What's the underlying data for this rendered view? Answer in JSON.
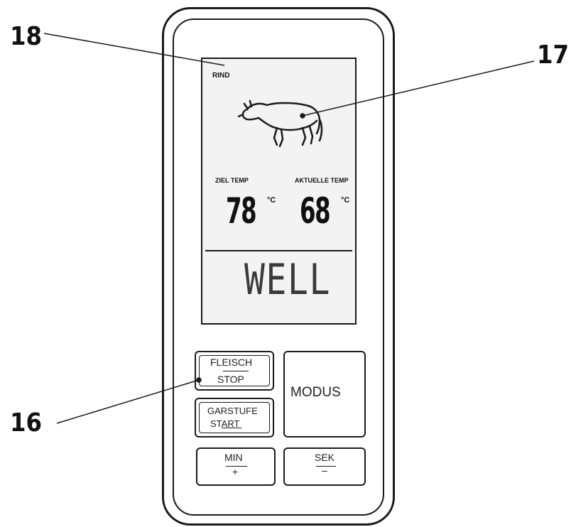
{
  "callouts": {
    "c18": "18",
    "c17": "17",
    "c16": "16"
  },
  "display": {
    "meat_type": "RIND",
    "target_label": "ZIEL TEMP",
    "current_label": "AKTUELLE TEMP",
    "target_value": "78",
    "current_value": "68",
    "unit": "°C",
    "doneness": "WELL"
  },
  "buttons": {
    "meat_top": "FLEISCH",
    "meat_bottom": "STOP",
    "doneness_top": "GARSTUFE",
    "doneness_bottom": "START",
    "mode": "MODUS",
    "min_top": "MIN",
    "min_bottom": "+",
    "sec_top": "SEK",
    "sec_bottom": "–"
  }
}
